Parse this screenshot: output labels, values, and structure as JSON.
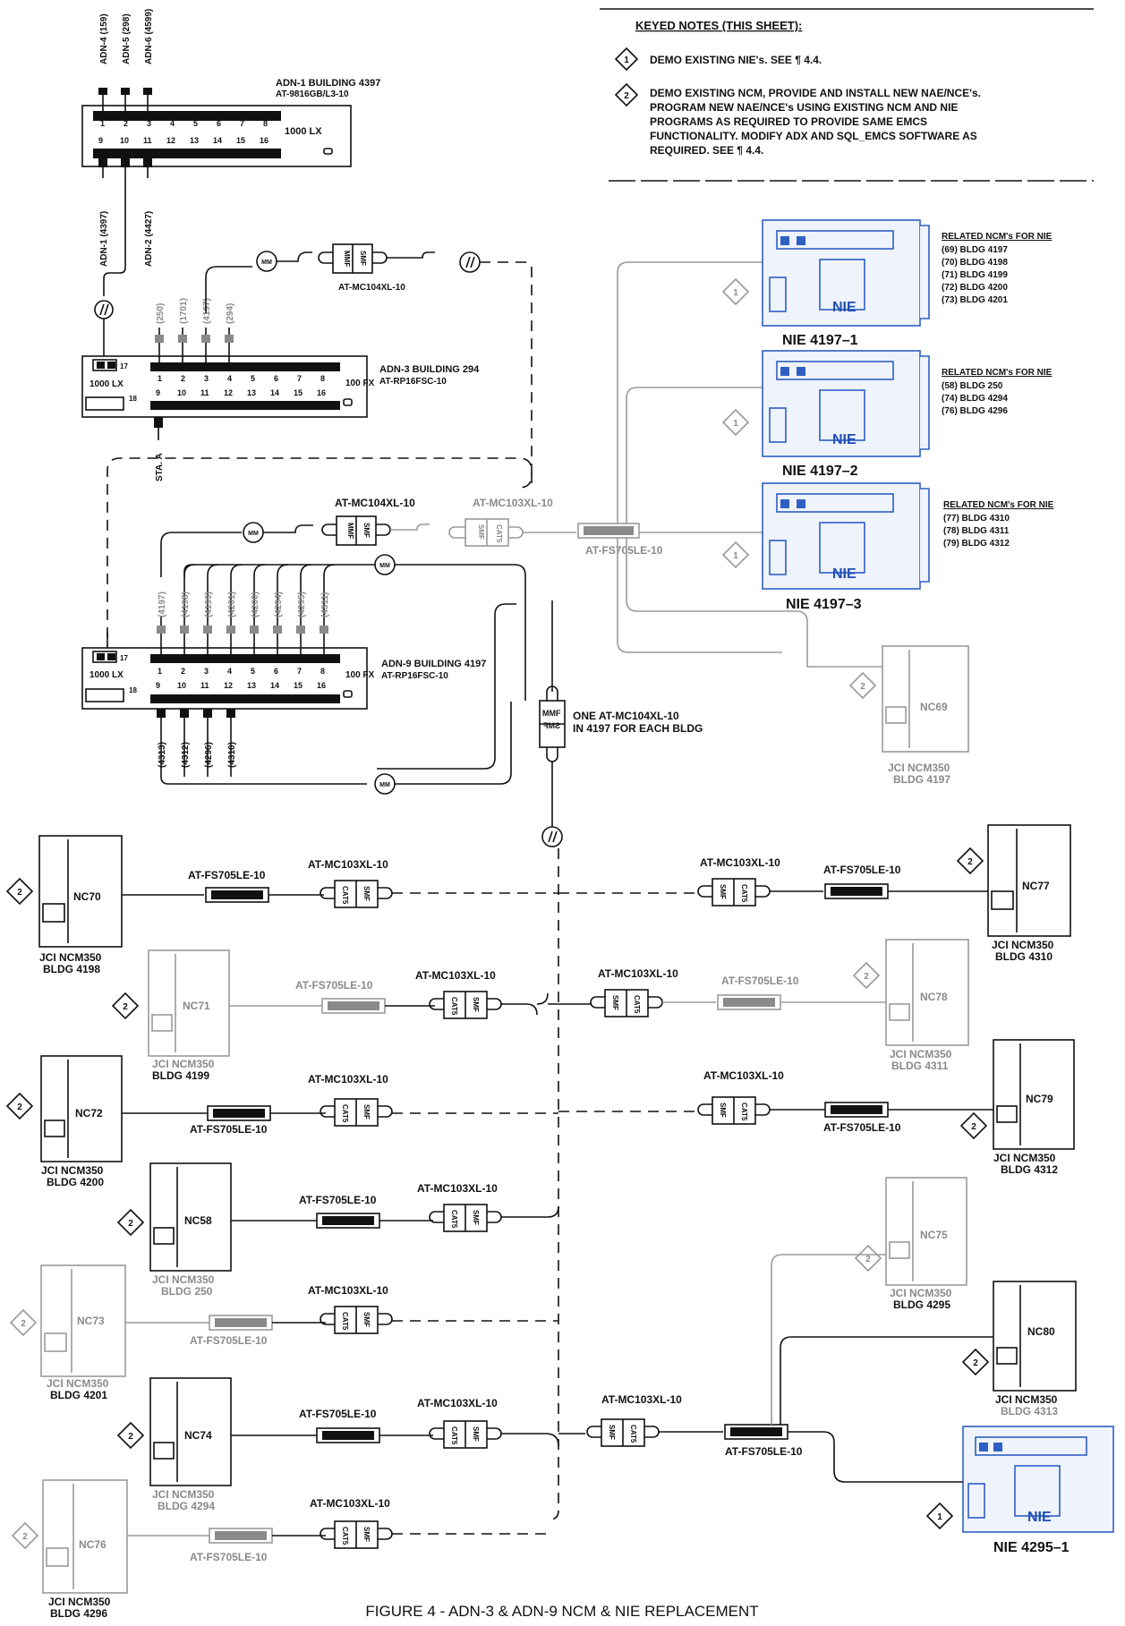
{
  "keyed_notes": {
    "title": "KEYED NOTES (THIS SHEET):",
    "note1_num": "1",
    "note1_text": "DEMO EXISTING NIE's. SEE ¶ 4.4.",
    "note2_num": "2",
    "note2_lines": [
      "DEMO EXISTING NCM, PROVIDE AND INSTALL NEW NAE/NCE's.",
      "PROGRAM NEW NAE/NCE's USING EXISTING NCM AND NIE",
      "PROGRAMS AS REQUIRED TO PROVIDE SAME EMCS",
      "FUNCTIONALITY.  MODIFY ADX AND SQL_EMCS SOFTWARE AS",
      "REQUIRED.  SEE ¶ 4.4."
    ]
  },
  "adn1": {
    "title": "ADN-1 BUILDING 4397",
    "model": "AT-9816GB/L3-10",
    "speed": "1000 LX",
    "ports_top": [
      "1",
      "2",
      "3",
      "4",
      "5",
      "6",
      "7",
      "8"
    ],
    "ports_bottom": [
      "9",
      "10",
      "11",
      "12",
      "13",
      "14",
      "15",
      "16"
    ],
    "top_links": [
      "ADN-4 (159)",
      "ADN-5 (298)",
      "ADN-6 (4599)"
    ],
    "bottom_links": [
      "ADN-1 (4397)",
      "ADN-2 (4427)"
    ]
  },
  "adn3": {
    "title": "ADN-3 BUILDING  294",
    "model": "AT-RP16FSC-10",
    "speed_left": "1000 LX",
    "speed_right": "100 FX",
    "port17": "17",
    "port18": "18",
    "ports_top": [
      "1",
      "2",
      "3",
      "4",
      "5",
      "6",
      "7",
      "8"
    ],
    "ports_bottom": [
      "9",
      "10",
      "11",
      "12",
      "13",
      "14",
      "15",
      "16"
    ],
    "top_links": [
      "(250)",
      "(1701)",
      "(4197)",
      "(294)"
    ],
    "bottom_link": "STA. A"
  },
  "adn9": {
    "title": "ADN-9 BUILDING  4197",
    "model": "AT-RP16FSC-10",
    "speed_left": "1000 LX",
    "speed_right": "100 FX",
    "port17": "17",
    "port18": "18",
    "ports_top": [
      "1",
      "2",
      "3",
      "4",
      "5",
      "6",
      "7",
      "8"
    ],
    "ports_bottom": [
      "9",
      "10",
      "11",
      "12",
      "13",
      "14",
      "15",
      "16"
    ],
    "top_links": [
      "(4197)",
      "(4198)",
      "(4199)",
      "(4201)",
      "(4200)",
      "(4294)",
      "(4295)",
      "(4311)"
    ],
    "bottom_links": [
      "(4313)",
      "(4312)",
      "(4296)",
      "(4310)"
    ]
  },
  "converters": {
    "mc104": "AT-MC104XL-10",
    "mc103": "AT-MC103XL-10",
    "fs705": "AT-FS705LE-10",
    "mmf": "MMF",
    "smf": "SMF",
    "cat5": "CAT5",
    "mm": "MM",
    "one_per_bldg": [
      "ONE AT-MC104XL-10",
      "IN 4197 FOR EACH BLDG"
    ]
  },
  "nie_units": [
    {
      "label": "NIE  4197–1",
      "face": "NIE",
      "note": "1",
      "related_title": "RELATED NCM's FOR NIE",
      "related": [
        "(69) BLDG 4197",
        "(70) BLDG 4198",
        "(71) BLDG 4199",
        "(72) BLDG 4200",
        "(73) BLDG 4201"
      ]
    },
    {
      "label": "NIE  4197–2",
      "face": "NIE",
      "note": "1",
      "related_title": "RELATED NCM's FOR NIE",
      "related": [
        "(58) BLDG 250",
        "(74) BLDG 4294",
        "(76) BLDG 4296"
      ]
    },
    {
      "label": "NIE  4197–3",
      "face": "NIE",
      "note": "1",
      "related_title": "RELATED NCM's FOR NIE",
      "related": [
        "(77) BLDG 4310",
        "(78) BLDG 4311",
        "(79) BLDG 4312"
      ]
    },
    {
      "label": "NIE  4295–1",
      "face": "NIE",
      "note": "1"
    }
  ],
  "ncm_units": {
    "nc69": {
      "id": "NC69",
      "l1": "JCI NCM350",
      "l2": "BLDG 4197"
    },
    "nc70": {
      "id": "NC70",
      "l1": "JCI NCM350",
      "l2": "BLDG 4198"
    },
    "nc71": {
      "id": "NC71",
      "l1": "JCI NCM350",
      "l2": "BLDG 4199"
    },
    "nc72": {
      "id": "NC72",
      "l1": "JCI NCM350",
      "l2": "BLDG 4200"
    },
    "nc58": {
      "id": "NC58",
      "l1": "JCI NCM350",
      "l2": "BLDG 250"
    },
    "nc73": {
      "id": "NC73",
      "l1": "JCI NCM350",
      "l2": "BLDG 4201"
    },
    "nc74": {
      "id": "NC74",
      "l1": "JCI NCM350",
      "l2": "BLDG 4294"
    },
    "nc76": {
      "id": "NC76",
      "l1": "JCI NCM350",
      "l2": "BLDG 4296"
    },
    "nc77": {
      "id": "NC77",
      "l1": "JCI NCM350",
      "l2": "BLDG 4310"
    },
    "nc78": {
      "id": "NC78",
      "l1": "JCI NCM350",
      "l2": "BLDG 4311"
    },
    "nc79": {
      "id": "NC79",
      "l1": "JCI NCM350",
      "l2": "BLDG 4312"
    },
    "nc75": {
      "id": "NC75",
      "l1": "JCI NCM350",
      "l2": "BLDG 4295"
    },
    "nc80": {
      "id": "NC80",
      "l1": "JCI NCM350",
      "l2": "BLDG 4313"
    }
  },
  "note2_marker": "2",
  "figure_caption": "FIGURE 4 - ADN-3 & ADN-9 NCM & NIE REPLACEMENT"
}
